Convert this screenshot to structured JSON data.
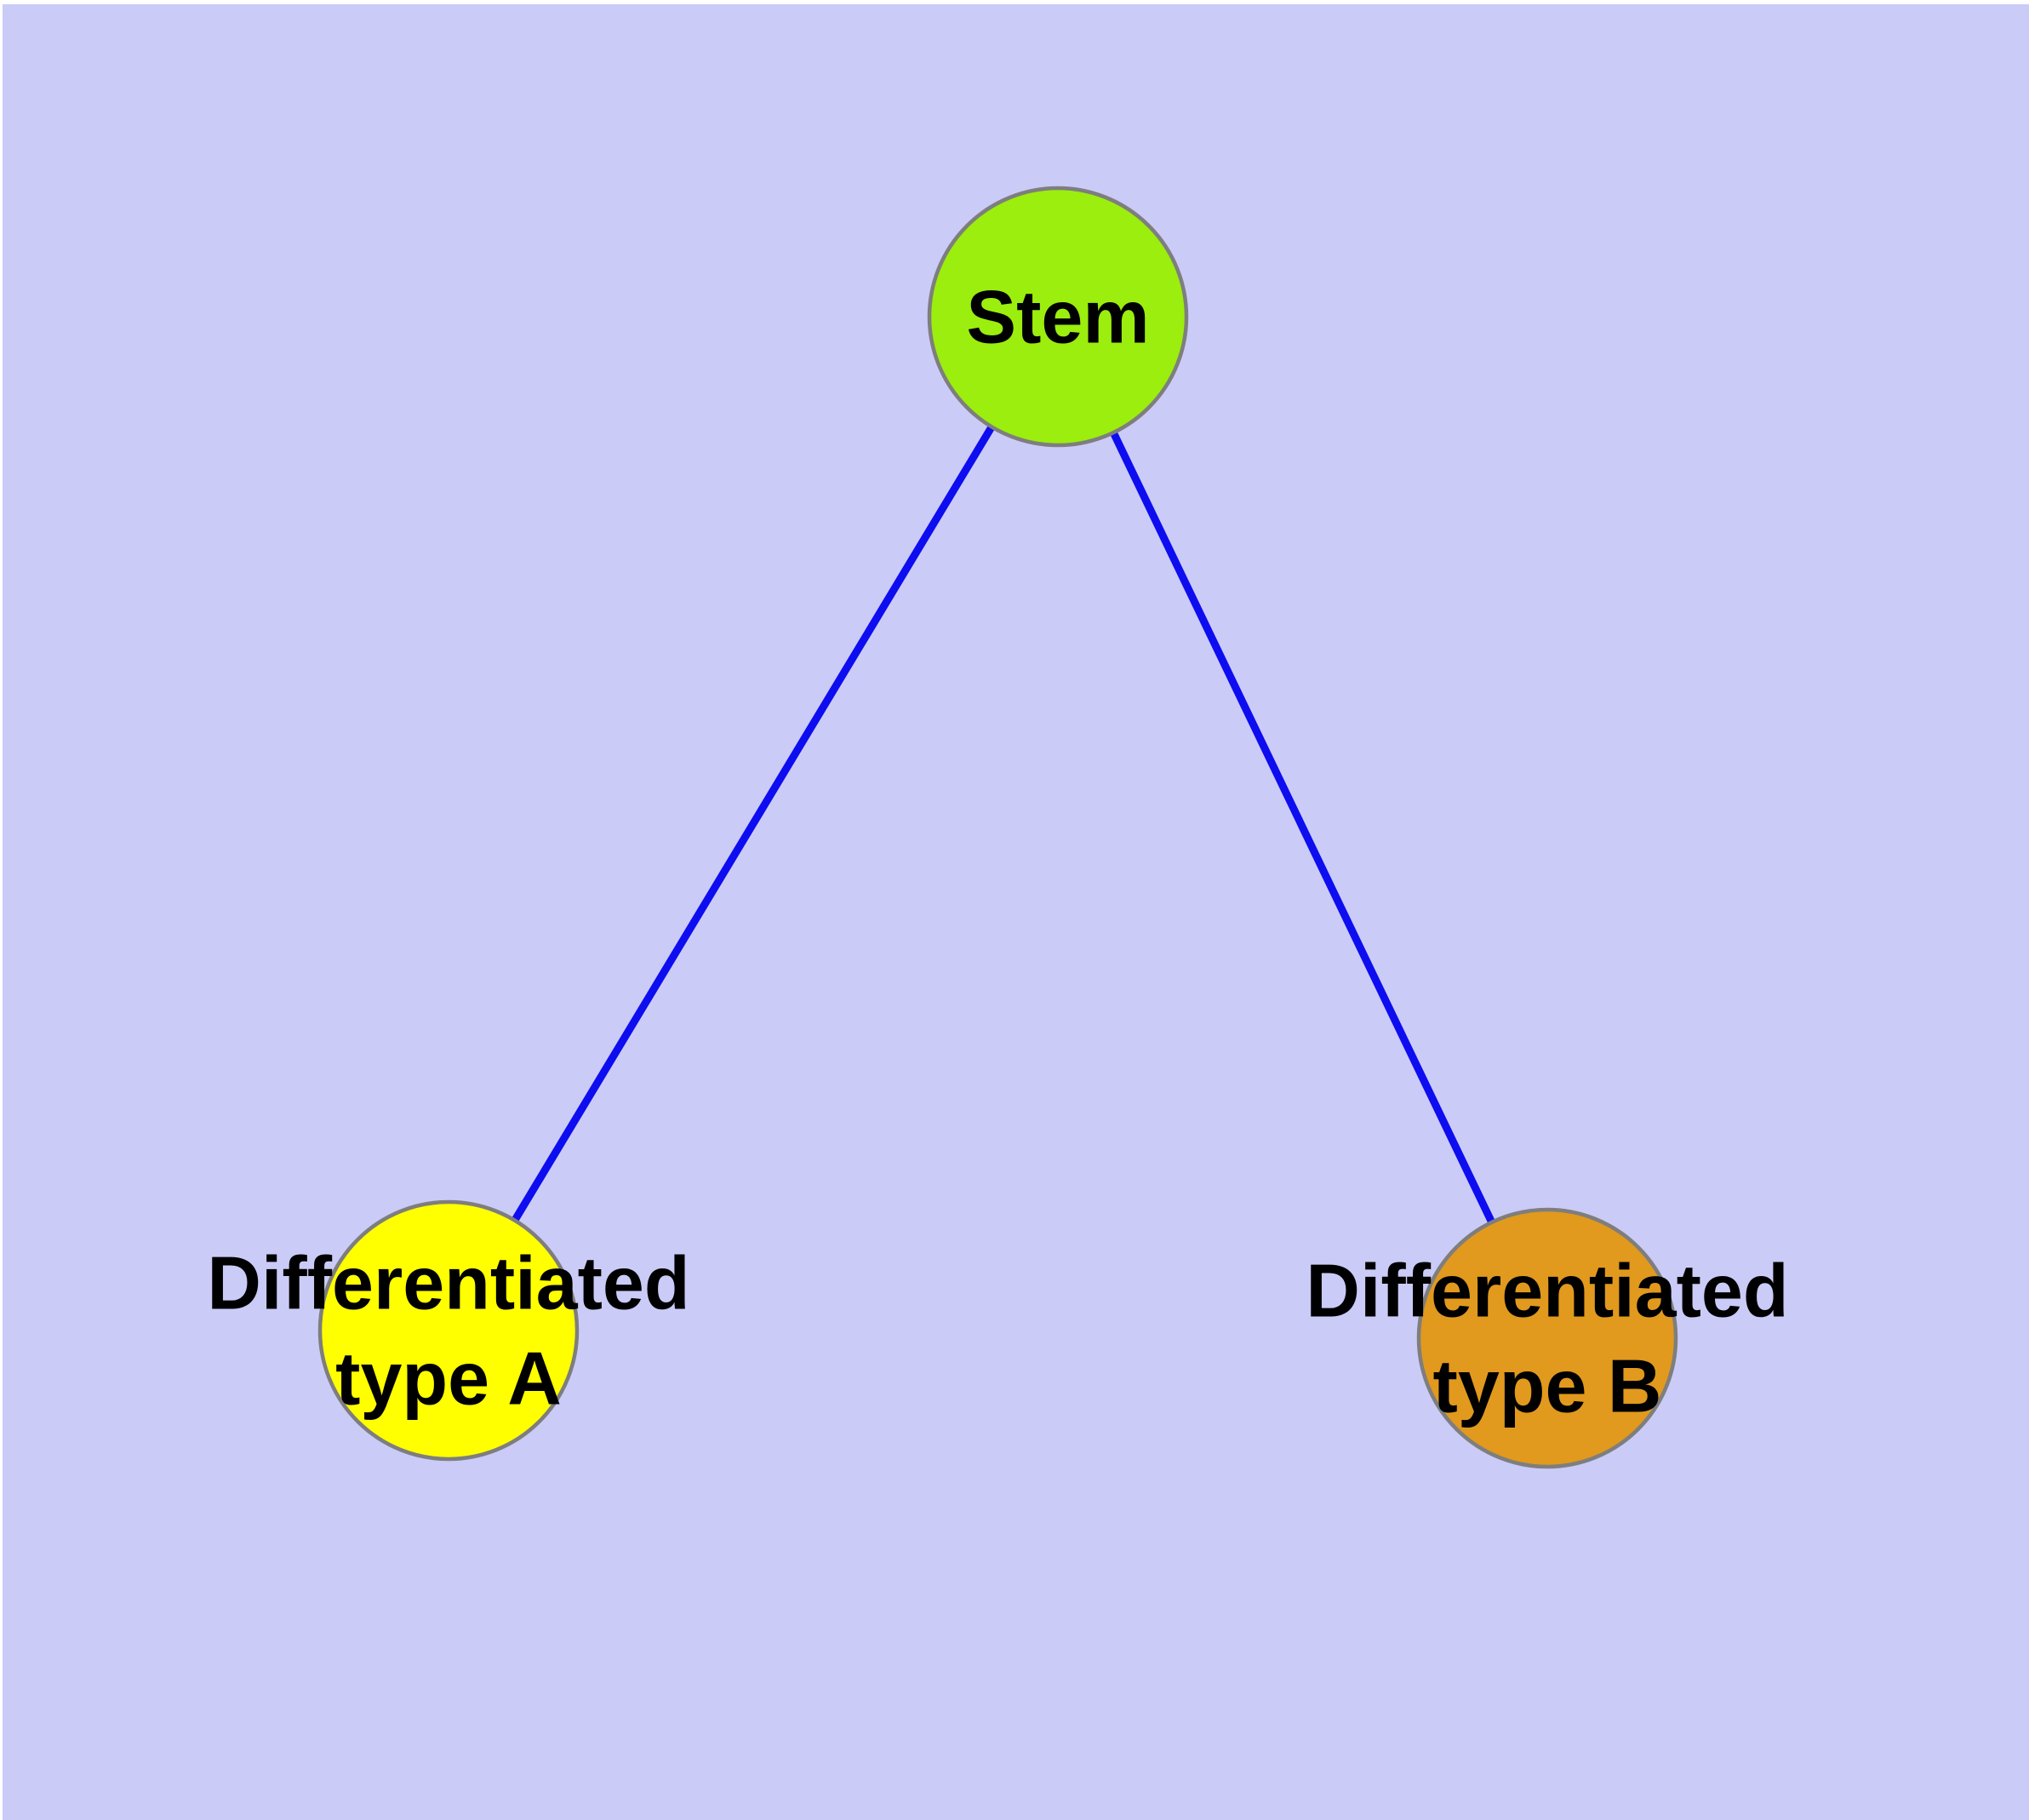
{
  "figure": {
    "background_color": "#CBCBF8",
    "page_edge_color": "#FFFFFF",
    "label_color": "#000000"
  },
  "nodes": {
    "stem": {
      "label": "Stem",
      "fill": "#9BEE0D",
      "stroke": "#7E7E7E"
    },
    "type_a": {
      "label_line1": "Differentiated",
      "label_line2": "type A",
      "fill": "#FFFF00",
      "stroke": "#7E7E7E"
    },
    "type_b": {
      "label_line1": "Differentiated",
      "label_line2": "type B",
      "fill": "#E1991E",
      "stroke": "#7E7E7E"
    }
  },
  "edges": {
    "color": "#0D0DF0",
    "stem_to_type_a": {
      "from": "Stem",
      "to": "Differentiated type A"
    },
    "stem_to_type_b": {
      "from": "Stem",
      "to": "Differentiated type B"
    }
  }
}
